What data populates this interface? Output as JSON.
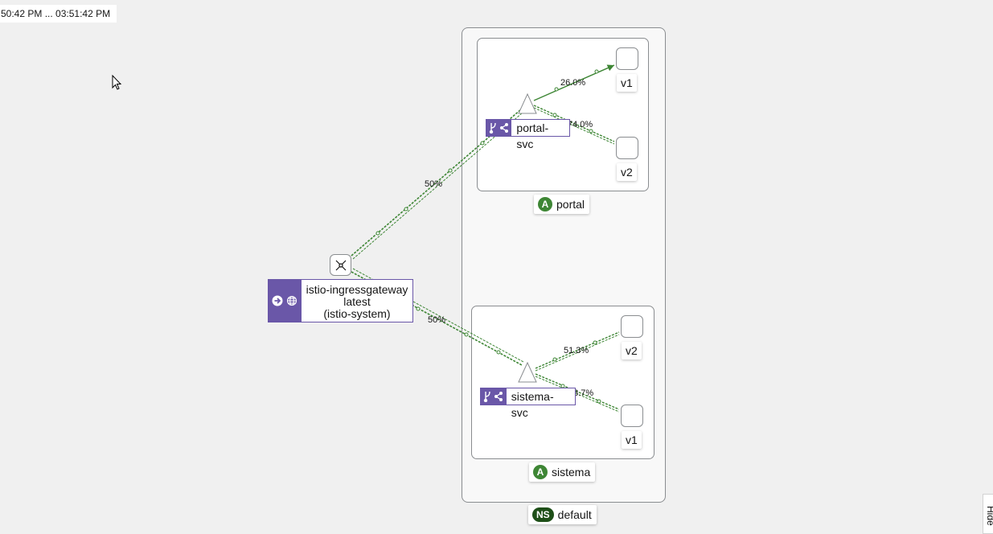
{
  "toolbar": {
    "time_range": "50:42 PM ... 03:51:42 PM"
  },
  "graph": {
    "namespace": {
      "badge": "NS",
      "name": "default"
    },
    "apps": [
      {
        "badge": "A",
        "name": "portal"
      },
      {
        "badge": "A",
        "name": "sistema"
      }
    ],
    "services": [
      {
        "name": "portal-svc"
      },
      {
        "name": "sistema-svc"
      }
    ],
    "workloads": {
      "portal": [
        "v1",
        "v2"
      ],
      "sistema": [
        "v2",
        "v1"
      ]
    },
    "gateway": {
      "name": "istio-ingressgateway",
      "version": "latest",
      "namespace": "(istio-system)"
    },
    "edges": {
      "gw_to_portal": "50%",
      "gw_to_sistema": "50%",
      "portal_to_v1": "26.0%",
      "portal_to_v2": "74.0%",
      "sistema_to_v2": "51.3%",
      "sistema_to_v1": "48.7%"
    },
    "edge_color": "#3e8635"
  },
  "side_panel": {
    "hide_label": "Hide"
  }
}
